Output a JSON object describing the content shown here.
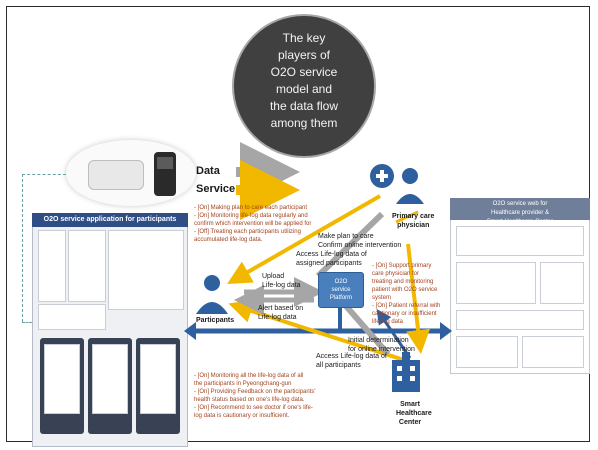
{
  "title_bubble": [
    "The key",
    "players of",
    "O2O service",
    "model and",
    "the data flow",
    "among them"
  ],
  "legend": {
    "data": "Data",
    "service": "Service"
  },
  "app": {
    "header": "O2O service application for participants"
  },
  "web": {
    "header_lines": [
      "O2O service web for",
      "Healthcare provider &",
      "Smart Healthcare Center"
    ]
  },
  "actors": {
    "physician": [
      "Primary care",
      "physician"
    ],
    "participants": "Particpants",
    "center": [
      "Smart",
      "Healthcare",
      "Center"
    ],
    "platform": [
      "O2O",
      "service",
      "Platform"
    ]
  },
  "flows": {
    "physician_service": [
      "- [On] Making plan to care each participant",
      "- [On] Monitoring life-log data regularly and",
      "  confirm which intervention will be applied for",
      "- [Off] Treating each participants utilizing",
      "  accumulated life-log data."
    ],
    "make_plan": [
      "Make plan to care",
      "Confirm online intervention"
    ],
    "access_assigned": [
      "Access Life-log data of",
      "assigned participants"
    ],
    "upload": [
      "Upload",
      "Life-log data"
    ],
    "alert": [
      "Alert based on",
      "Life-log data"
    ],
    "initial": [
      "Initial determination",
      "for online intervention"
    ],
    "access_all": [
      "Access Life-log data of",
      "all participants"
    ],
    "center_service": [
      "- [On] Support primary",
      "  care physician for",
      "  treating and monitoring",
      "  patient with O2O service",
      "  system",
      "- [On] Patient referral with",
      "  cautionary or insufficient",
      "  life-log data"
    ],
    "participant_service": [
      "- [On] Monitoring all the life-log data of all",
      "  the participants in Pyeongchang-gun",
      "- [On] Providing Feedback on the participants'",
      "  health status based on one's life-log data.",
      "- [On] Recommend to see doctor if one's life-",
      "  log data is cautionary or insufficient."
    ]
  },
  "colors": {
    "data_arrow": "#a6a6a6",
    "service_arrow": "#f2b800",
    "flow_arrow": "#2e5f9e",
    "platform": "#4a7fbd"
  }
}
